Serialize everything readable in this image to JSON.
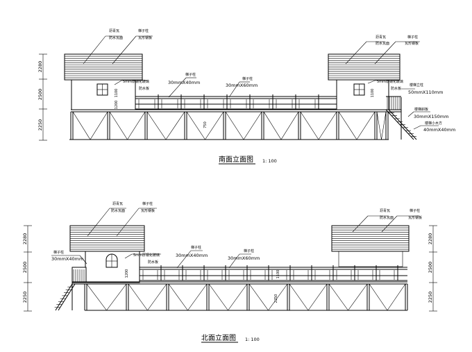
{
  "south": {
    "title": "南面立面图",
    "scale": "1: 100",
    "dims": [
      "2280",
      "2500",
      "2250"
    ],
    "railing_dims": [
      "1100",
      "1200",
      "1100",
      "750"
    ],
    "labels": {
      "roof_tile": "沥青瓦",
      "waterproof": "防水瓦面",
      "post": "梯子柱",
      "board": "瓦形钢板",
      "glass": "5mm厚钢化玻璃",
      "wood_plate": "防水板",
      "rail_30x40": "30mmX40mm",
      "rail_30x60": "30mmX60mm",
      "post_r": "梯子柱",
      "glass_r": "5mm厚钢化玻璃",
      "wood_plate_r": "防水板",
      "column_r": "50mmX110mm",
      "stair_side": "楼梯斜板",
      "stair_size": "30mmX150mm",
      "stair_beam": "楼梯小木方",
      "stair_beam_size": "40mmX40mm",
      "stair_post": "楼梯立柱"
    }
  },
  "north": {
    "title": "北面立面图",
    "scale": "1: 100",
    "dims_left": [
      "2280",
      "2500",
      "2250"
    ],
    "dims_right": [
      "2280",
      "2500",
      "2250"
    ],
    "railing_dims": [
      "1200",
      "1100",
      "2250"
    ],
    "labels": {
      "roof_tile": "沥青瓦",
      "waterproof": "防水瓦面",
      "post": "梯子柱",
      "board": "瓦形钢板",
      "post2": "梯子柱",
      "rail_30x40_left": "30mmX40mm",
      "glass": "5mm厚钢化玻璃",
      "wood_plate": "防水板",
      "rail_30x40": "30mmX40mm",
      "rail_30x60": "30mmX60mm",
      "roof_tile_r": "沥青瓦",
      "waterproof_r": "防水瓦面",
      "post_r": "梯子柱",
      "board_r": "瓦形钢板"
    }
  }
}
